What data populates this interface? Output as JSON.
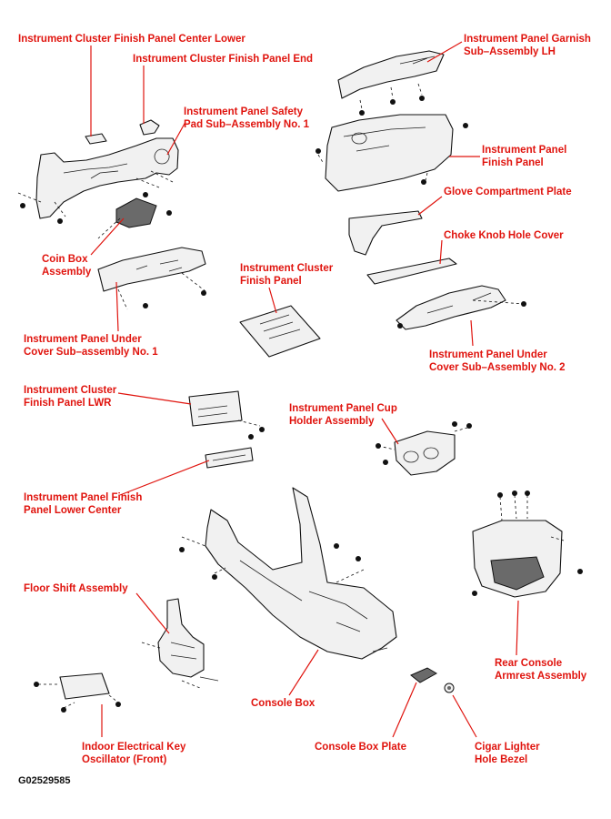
{
  "diagram_id": "G02529585",
  "colors": {
    "label": "#e0140e",
    "outline": "#111111",
    "figure_id": "#111111"
  },
  "labels": {
    "cluster_center_lower": [
      "Instrument Cluster Finish Panel Center Lower"
    ],
    "cluster_end": [
      "Instrument Cluster Finish Panel End"
    ],
    "safety_pad": [
      "Instrument Panel Safety",
      "Pad Sub–Assembly No. 1"
    ],
    "garnish_lh": [
      "Instrument Panel Garnish",
      "Sub–Assembly LH"
    ],
    "finish_panel": [
      "Instrument Panel",
      "Finish Panel"
    ],
    "glove_plate": [
      "Glove Compartment Plate"
    ],
    "choke_cover": [
      "Choke Knob Hole Cover"
    ],
    "coin_box": [
      "Coin Box",
      "Assembly"
    ],
    "cluster_finish": [
      "Instrument Cluster",
      "Finish Panel"
    ],
    "under_cover_1": [
      "Instrument Panel Under",
      "Cover Sub–assembly No. 1"
    ],
    "under_cover_2": [
      "Instrument Panel Under",
      "Cover Sub–Assembly No. 2"
    ],
    "cluster_lwr": [
      "Instrument Cluster",
      "Finish Panel LWR"
    ],
    "cup_holder": [
      "Instrument Panel Cup",
      "Holder Assembly"
    ],
    "lower_center": [
      "Instrument Panel Finish",
      "Panel Lower Center"
    ],
    "floor_shift": [
      "Floor Shift Assembly"
    ],
    "rear_armrest": [
      "Rear Console",
      "Armrest Assembly"
    ],
    "console_box": [
      "Console Box"
    ],
    "key_oscillator": [
      "Indoor Electrical Key",
      "Oscillator (Front)"
    ],
    "console_plate": [
      "Console Box Plate"
    ],
    "cigar_bezel": [
      "Cigar Lighter",
      "Hole Bezel"
    ]
  }
}
